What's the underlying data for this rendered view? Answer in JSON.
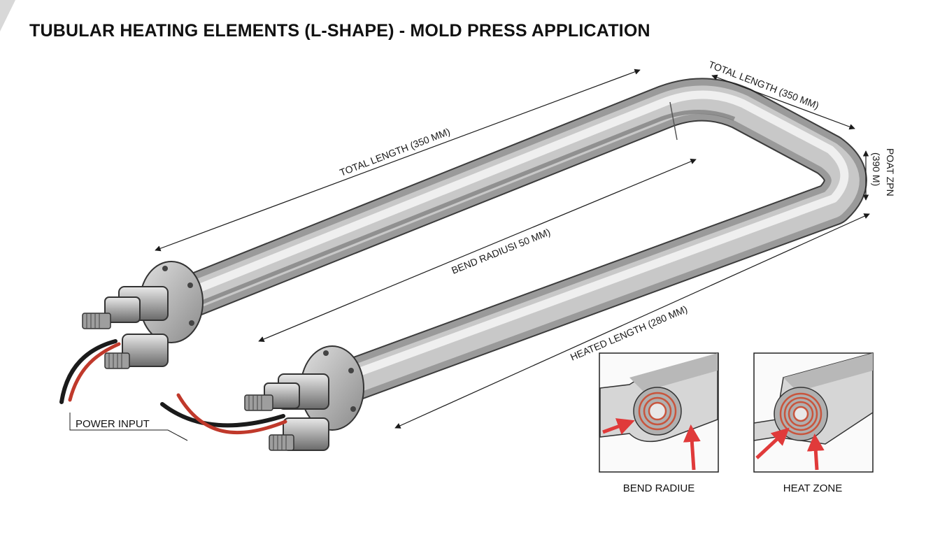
{
  "title": "TUBULAR HEATING ELEMENTS (L-SHAPE) - MOLD PRESS APPLICATION",
  "dimensions": {
    "total_length_top": "TOTAL LENGTH (350 MM)",
    "total_length_right": "TOTAL LENGTH (350 MM)",
    "bend_radius": "BEND RADIUSI 50 MM)",
    "heated_length": "HEATED LENGTH (280 MM)",
    "side_label_a": "POAT ZPN",
    "side_label_b": "(390 M)"
  },
  "labels": {
    "power_input": "POWER INPUT"
  },
  "insets": [
    {
      "caption": "BEND RADIUE"
    },
    {
      "caption": "HEAT ZONE"
    }
  ],
  "colors": {
    "tube_dark": "#6e6e6e",
    "tube_light": "#f2f2f2",
    "wire_red": "#c0392b",
    "wire_black": "#1b1b1b",
    "coil": "#c8553d",
    "arrow": "#e03a3a"
  }
}
